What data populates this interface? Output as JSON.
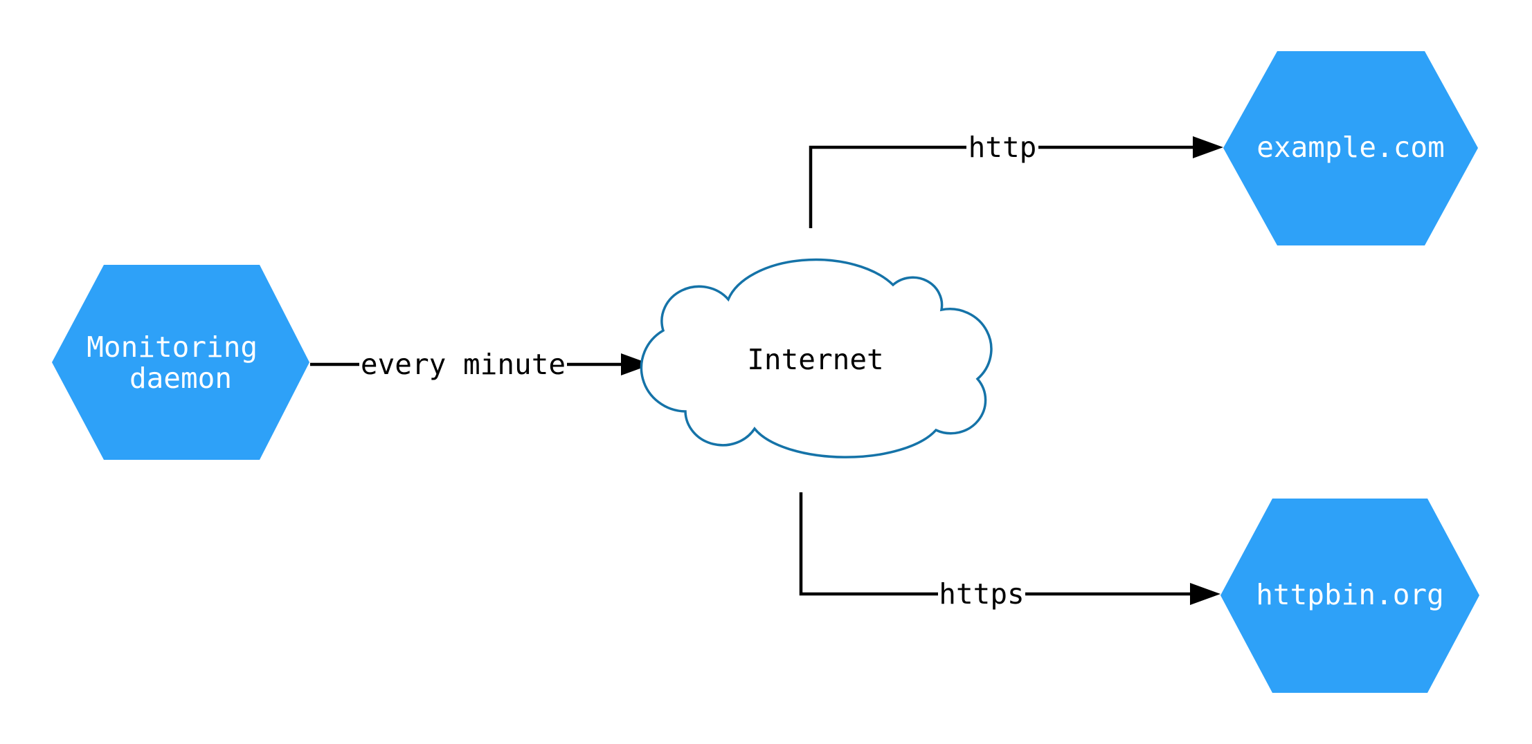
{
  "diagram": {
    "title": "monitoring-topology",
    "background": "#ffffff",
    "edge_color": "#000000",
    "nodes": {
      "monitoring": {
        "shape": "hexagon",
        "label": "Monitoring daemon",
        "label_lines": [
          "Monitoring",
          "daemon"
        ],
        "fill": "#2EA1F8",
        "text_color": "#ffffff"
      },
      "internet": {
        "shape": "cloud",
        "label": "Internet",
        "fill": "#ffffff",
        "stroke": "#1573A8",
        "text_color": "#000000"
      },
      "example": {
        "shape": "hexagon",
        "label": "example.com",
        "fill": "#2EA1F8",
        "text_color": "#ffffff"
      },
      "httpbin": {
        "shape": "hexagon",
        "label": "httpbin.org",
        "fill": "#2EA1F8",
        "text_color": "#ffffff"
      }
    },
    "edges": [
      {
        "from": "monitoring",
        "to": "internet",
        "label": "every minute"
      },
      {
        "from": "internet",
        "to": "example",
        "label": "http"
      },
      {
        "from": "internet",
        "to": "httpbin",
        "label": "https"
      }
    ]
  }
}
